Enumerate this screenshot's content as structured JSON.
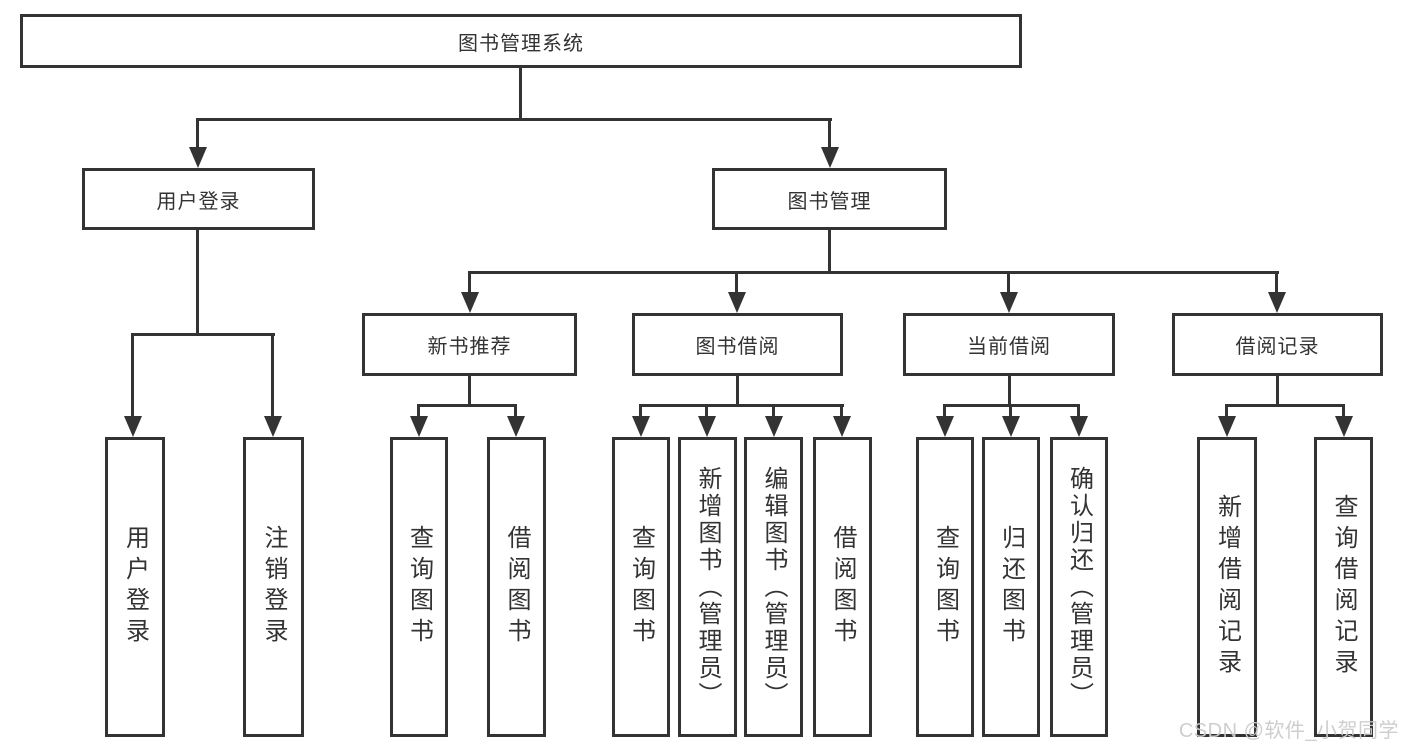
{
  "diagram_title": "图书管理系统",
  "tree": {
    "label": "图书管理系统",
    "children": [
      {
        "label": "用户登录",
        "children": [
          {
            "label": "用户登录"
          },
          {
            "label": "注销登录"
          }
        ]
      },
      {
        "label": "图书管理",
        "children": [
          {
            "label": "新书推荐",
            "children": [
              {
                "label": "查询图书"
              },
              {
                "label": "借阅图书"
              }
            ]
          },
          {
            "label": "图书借阅",
            "children": [
              {
                "label": "查询图书"
              },
              {
                "label": "新增图书（管理员）"
              },
              {
                "label": "编辑图书（管理员）"
              },
              {
                "label": "借阅图书"
              }
            ]
          },
          {
            "label": "当前借阅",
            "children": [
              {
                "label": "查询图书"
              },
              {
                "label": "归还图书"
              },
              {
                "label": "确认归还（管理员）"
              }
            ]
          },
          {
            "label": "借阅记录",
            "children": [
              {
                "label": "新增借阅记录"
              },
              {
                "label": "查询借阅记录"
              }
            ]
          }
        ]
      }
    ]
  },
  "watermark": "CSDN @软件_小贺同学",
  "colors": {
    "line": "#333333",
    "text": "#333333",
    "watermark": "#cccccc",
    "background": "#ffffff"
  }
}
